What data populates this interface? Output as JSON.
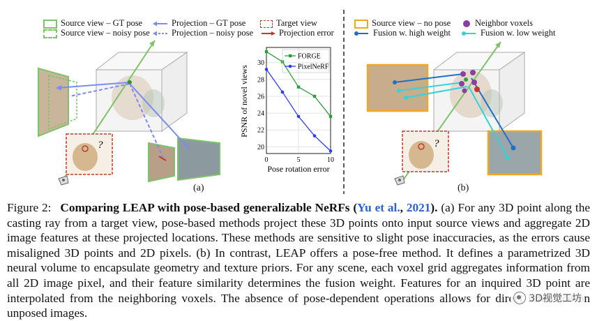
{
  "legend_left": {
    "source_gt": "Source view – GT pose",
    "source_noisy": "Source view – noisy pose",
    "proj_gt": "Projection – GT pose",
    "proj_noisy": "Projection – noisy pose",
    "target_view": "Target view",
    "proj_error": "Projection error"
  },
  "legend_right": {
    "source_no_pose": "Source view – no pose",
    "neighbor_voxels": "Neighbor voxels",
    "fusion_high": "Fusion w. high weight",
    "fusion_low": "Fusion w. low weight"
  },
  "panel_labels": {
    "a": "(a)",
    "b": "(b)"
  },
  "question_mark": "?",
  "colors": {
    "green": "#7cc36a",
    "blue": "#7b8cf2",
    "red": "#c0392b",
    "gold": "#f0a820",
    "cyan": "#34d2d9",
    "dark_blue": "#1f6fc9"
  },
  "chart_data": {
    "type": "line",
    "xlabel": "Pose rotation error",
    "ylabel": "PSNR of novel views",
    "x_ticks": [
      0,
      5,
      10
    ],
    "y_ticks": [
      20,
      22,
      24,
      26,
      28,
      30
    ],
    "xlim": [
      0,
      10
    ],
    "ylim": [
      19.2,
      31.8
    ],
    "grid": true,
    "legend_position": "top-right",
    "x": [
      0,
      2.5,
      5,
      7.5,
      10
    ],
    "series": [
      {
        "name": "FORGE",
        "color": "#2e9e3a",
        "marker": "square",
        "values": [
          31.3,
          30.1,
          27.1,
          26.0,
          23.6
        ]
      },
      {
        "name": "PixelNeRF",
        "color": "#2a3bff",
        "marker": "circle",
        "values": [
          29.2,
          26.5,
          23.6,
          21.3,
          19.5
        ]
      }
    ]
  },
  "caption": {
    "fig_label": "Figure 2:",
    "title": "Comparing LEAP with pose-based generalizable NeRFs (",
    "cite_author": "Yu et al.",
    "cite_sep": ", ",
    "cite_year": "2021",
    "title_end": ").",
    "body": " (a) For any 3D point along the casting ray from a target view, pose-based methods project these 3D points onto input source views and aggregate 2D image features at these projected locations. These methods are sensitive to slight pose inaccuracies, as the errors cause misaligned 3D points and 2D pixels. (b) In contrast, LEAP offers a pose-free method. It defines a parametrized 3D neural volume to encapsulate geometry and texture priors. For any scene, each voxel grid aggregates information from all 2D image pixel, and their feature similarity determines the fusion weight. Features for an inquired 3D point are interpolated from the neighboring voxels. The absence of pose-dependent operations allows for direct inference on unposed images."
  },
  "watermark": "3D视觉工坊"
}
